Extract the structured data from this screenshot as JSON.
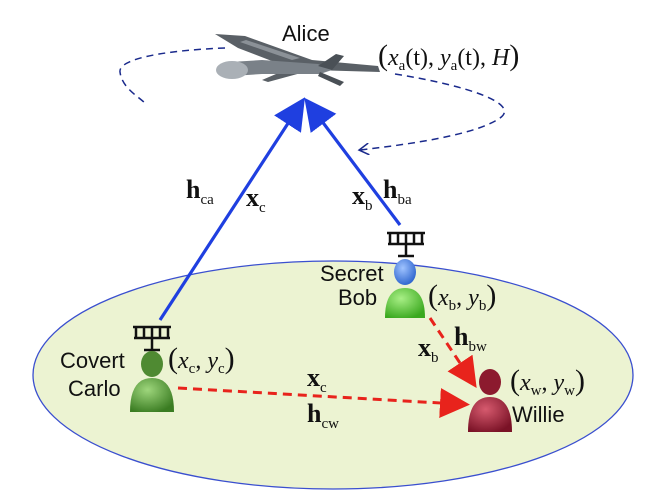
{
  "nodes": {
    "alice": {
      "name": "Alice",
      "coord": {
        "open": "(",
        "x": "x",
        "x_sub": "a",
        "t1": "(t), ",
        "y": "y",
        "y_sub": "a",
        "t2": "(t), ",
        "h": "H",
        "close": ")"
      }
    },
    "bob": {
      "name_line1": "Secret",
      "name_line2": "Bob",
      "coord": {
        "open": "(",
        "x": "x",
        "x_sub": "b",
        "sep": ", ",
        "y": "y",
        "y_sub": "b",
        "close": ")"
      }
    },
    "carlo": {
      "name_line1": "Covert",
      "name_line2": "Carlo",
      "coord": {
        "open": "(",
        "x": "x",
        "x_sub": "c",
        "sep": ", ",
        "y": "y",
        "y_sub": "c",
        "close": ")"
      }
    },
    "willie": {
      "name": "Willie",
      "coord": {
        "open": "(",
        "x": "x",
        "x_sub": "w",
        "sep": ", ",
        "y": "y",
        "y_sub": "w",
        "close": ")"
      }
    }
  },
  "links": {
    "h_ca": {
      "sym": "h",
      "sub": "ca"
    },
    "x_c_up": {
      "sym": "x",
      "sub": "c"
    },
    "x_b_up": {
      "sym": "x",
      "sub": "b"
    },
    "h_ba": {
      "sym": "h",
      "sub": "ba"
    },
    "x_b_down": {
      "sym": "x",
      "sub": "b"
    },
    "h_bw": {
      "sym": "h",
      "sub": "bw"
    },
    "x_c_cw": {
      "sym": "x",
      "sub": "c"
    },
    "h_cw": {
      "sym": "h",
      "sub": "cw"
    }
  },
  "colors": {
    "legit_link": "#1f3fe0",
    "leak_link": "#e8231c",
    "ellipse_fill": "#ecf3d2",
    "ellipse_stroke": "#3a4fcf",
    "orbit": "#1a2a8c",
    "bob_body": "#5fcf3a",
    "bob_head": "#4a86e8",
    "carlo_body": "#5ea83c",
    "willie_body": "#a3233a"
  }
}
